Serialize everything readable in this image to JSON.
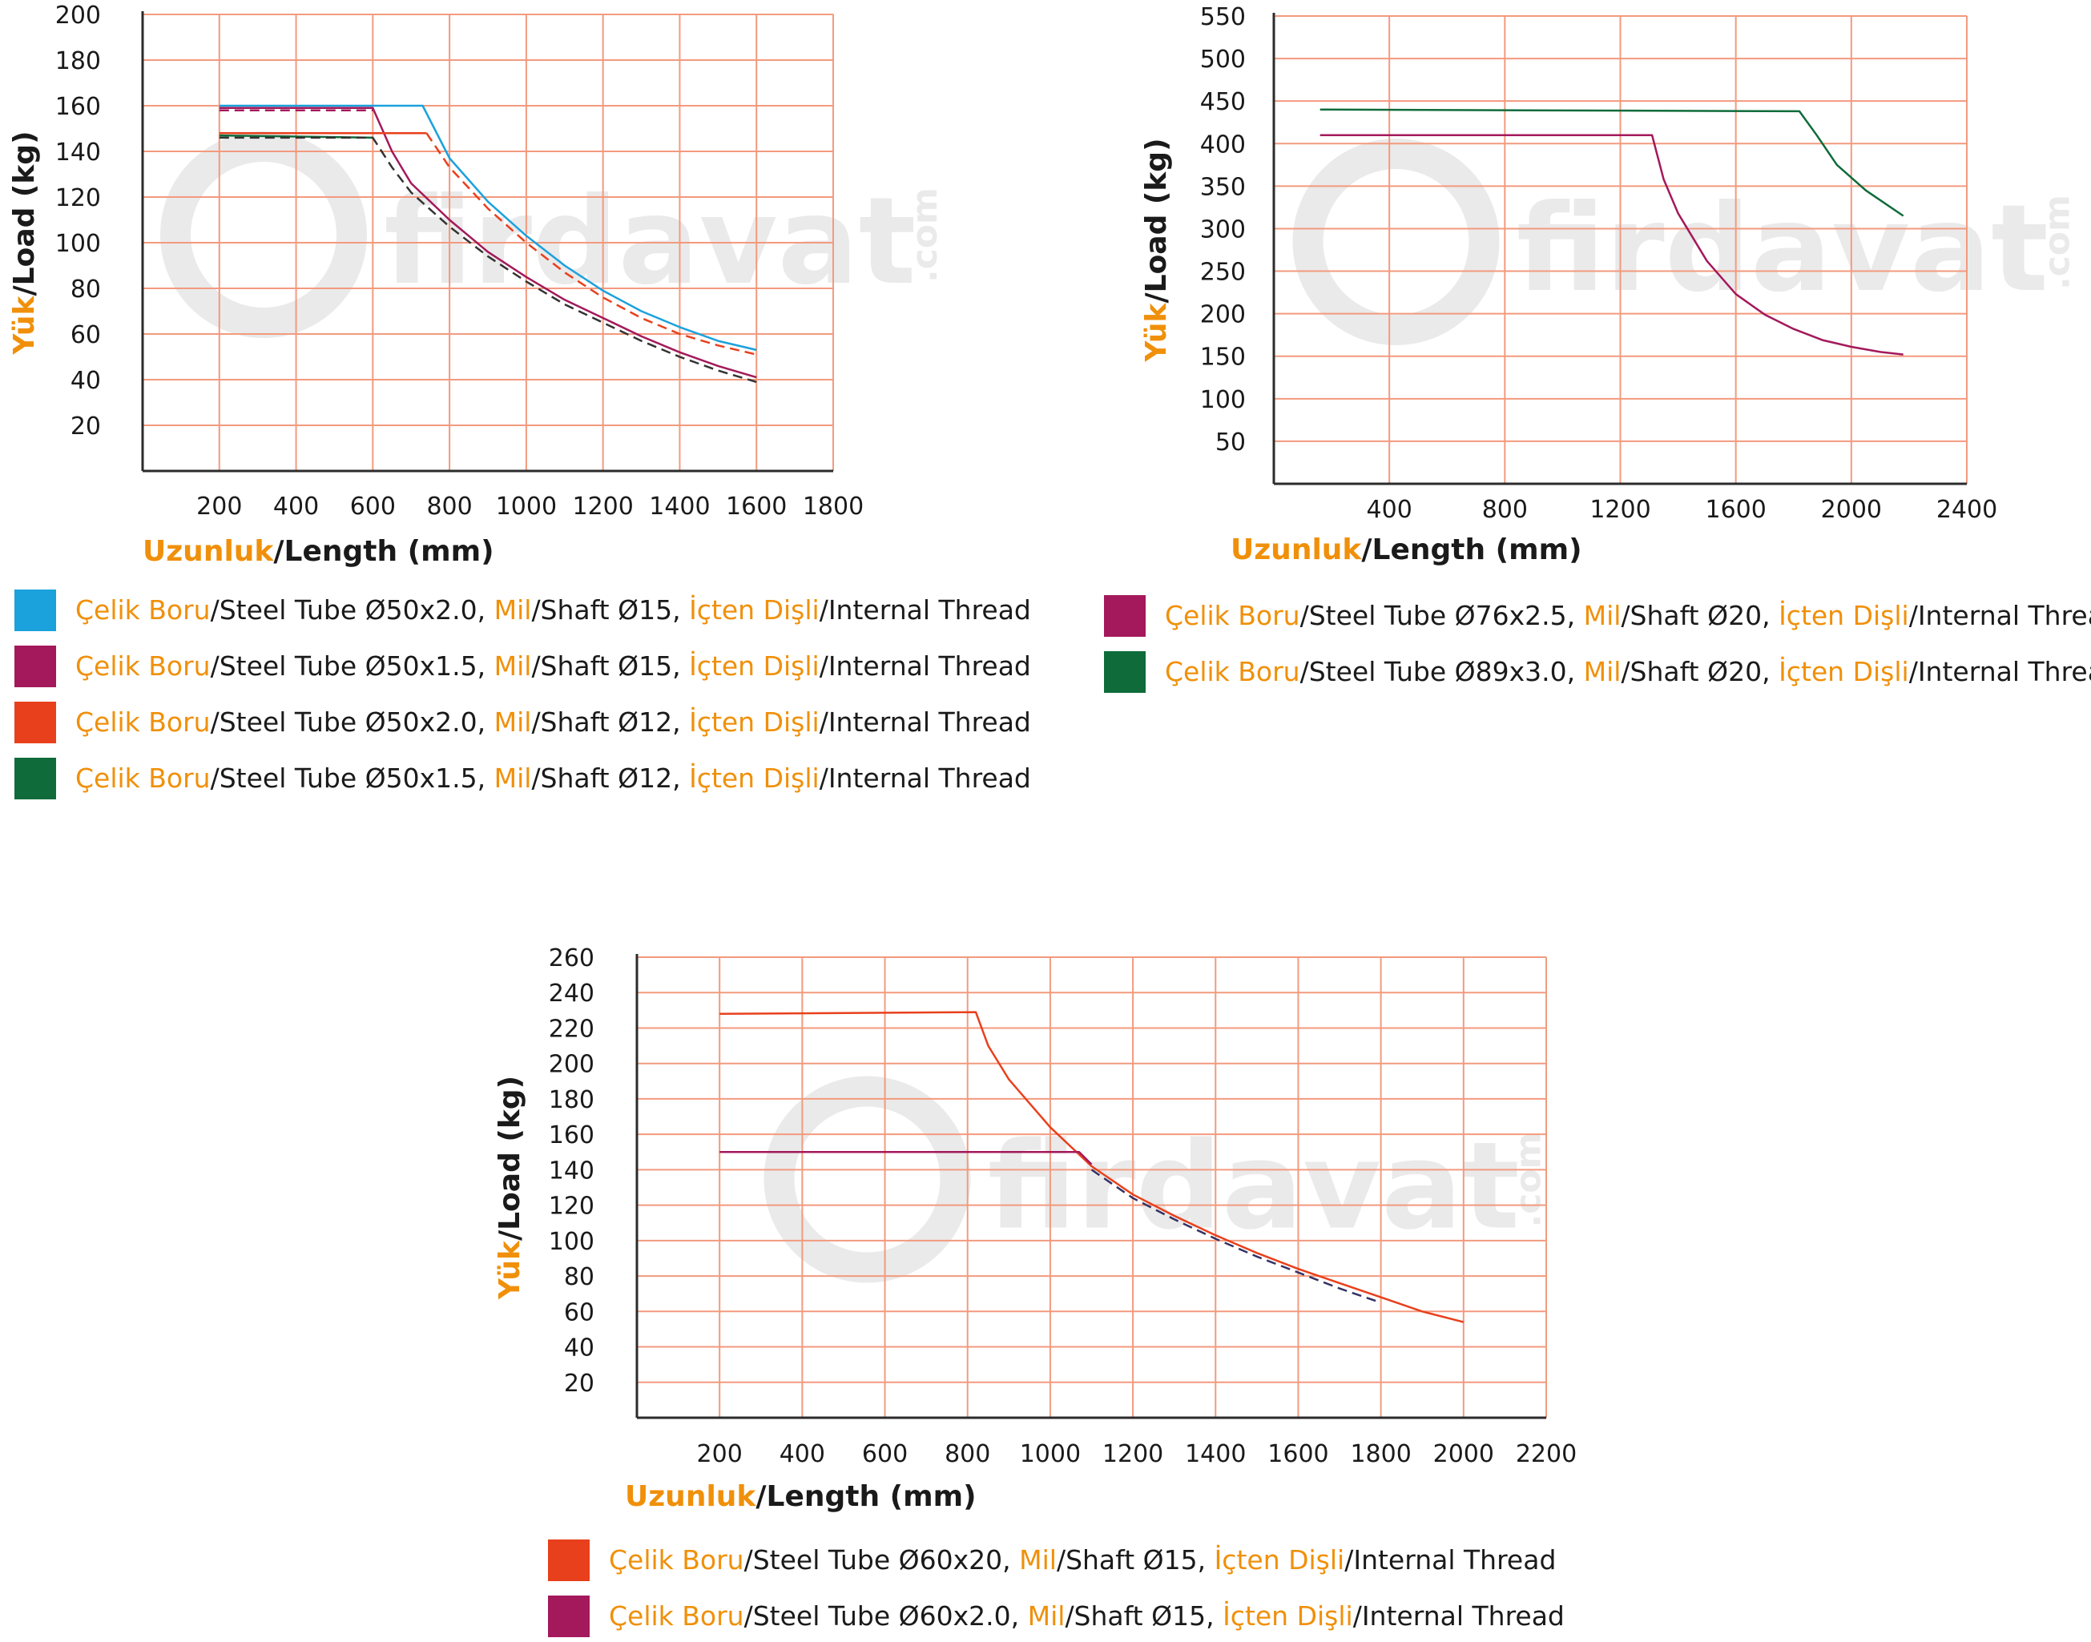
{
  "colors": {
    "grid": "#f39a7e",
    "axis": "#2b2b2b",
    "accent": "#f0900a",
    "text": "#1a1a1a",
    "watermark": "#d9d9d9"
  },
  "watermark": {
    "text": "firdavat",
    "suffix": ".com"
  },
  "chart_data": [
    {
      "type": "line",
      "xlabel_tr": "Uzunluk",
      "xlabel_en": "/Length (mm)",
      "ylabel_tr": "Yük",
      "ylabel_en": "/Load (kg)",
      "xlim": [
        0,
        1800
      ],
      "ylim": [
        0,
        200
      ],
      "xticks": [
        "200",
        "400",
        "600",
        "800",
        "1000",
        "1200",
        "1400",
        "1600",
        "1800"
      ],
      "yticks": [
        "20",
        "40",
        "60",
        "80",
        "100",
        "120",
        "140",
        "160",
        "180",
        "200"
      ],
      "grid": true,
      "series": [
        {
          "name_tr1": "Çelik Boru",
          "name_en1": "/Steel Tube Ø50x2.0, ",
          "name_tr2": "Mil",
          "name_en2": "/Shaft Ø15, ",
          "name_tr3": "İçten Dişli",
          "name_en3": "/Internal Thread",
          "color": "#1ba1dc",
          "dash": false,
          "x": [
            200,
            730,
            800,
            900,
            1000,
            1100,
            1200,
            1300,
            1400,
            1500,
            1600
          ],
          "y": [
            160,
            160,
            137,
            118,
            103,
            90,
            79,
            70,
            63,
            57,
            53
          ]
        },
        {
          "name_tr1": "Çelik Boru",
          "name_en1": "/Steel Tube Ø50x1.5, ",
          "name_tr2": "Mil",
          "name_en2": "/Shaft Ø15, ",
          "name_tr3": "İçten Dişli",
          "name_en3": "/Internal Thread",
          "color": "#a3195b",
          "dash": false,
          "x": [
            200,
            600,
            650,
            700,
            800,
            900,
            1000,
            1100,
            1200,
            1300,
            1400,
            1500,
            1600
          ],
          "y": [
            159,
            159,
            140,
            126,
            110,
            96,
            85,
            75,
            67,
            59,
            52,
            46,
            41
          ]
        },
        {
          "name_tr1": "Çelik Boru",
          "name_en1": "/Steel Tube Ø50x2.0, ",
          "name_tr2": "Mil",
          "name_en2": "/Shaft Ø12, ",
          "name_tr3": "İçten Dişli",
          "name_en3": "/Internal Thread",
          "color": "#e8401c",
          "dash": false,
          "x": [
            200,
            740
          ],
          "y": [
            148,
            148
          ]
        },
        {
          "name_tr1": "Çelik Boru",
          "name_en1": "/Steel Tube Ø50x1.5, ",
          "name_tr2": "Mil",
          "name_en2": "/Shaft Ø12, ",
          "name_tr3": "İçten Dişli",
          "name_en3": "/Internal Thread",
          "color": "#0f6b3a",
          "dash": false,
          "x": [
            200,
            600
          ],
          "y": [
            147,
            146
          ]
        }
      ],
      "dashed_curves": [
        {
          "color": "#e8401c",
          "x": [
            740,
            800,
            900,
            1000,
            1100,
            1200,
            1300,
            1400,
            1500,
            1600
          ],
          "y": [
            148,
            133,
            115,
            100,
            87,
            76,
            67,
            60,
            55,
            51
          ]
        },
        {
          "color": "#a3195b",
          "x": [
            200,
            600
          ],
          "y": [
            158,
            158
          ]
        },
        {
          "color": "#333333",
          "x": [
            200,
            600,
            650,
            700,
            800,
            900,
            1000,
            1100,
            1200,
            1300,
            1400,
            1500,
            1600
          ],
          "y": [
            146,
            146,
            133,
            122,
            107,
            94,
            83,
            73,
            65,
            57,
            50,
            44,
            39
          ]
        }
      ]
    },
    {
      "type": "line",
      "xlabel_tr": "Uzunluk",
      "xlabel_en": "/Length (mm)",
      "ylabel_tr": "Yük",
      "ylabel_en": "/Load (kg)",
      "xlim": [
        0,
        2400
      ],
      "ylim": [
        0,
        550
      ],
      "xticks": [
        "400",
        "800",
        "1200",
        "1600",
        "2000",
        "2400"
      ],
      "yticks": [
        "50",
        "100",
        "150",
        "200",
        "250",
        "300",
        "350",
        "400",
        "450",
        "500",
        "550"
      ],
      "grid": true,
      "series": [
        {
          "name_tr1": "Çelik Boru",
          "name_en1": "/Steel Tube Ø76x2.5, ",
          "name_tr2": "Mil",
          "name_en2": "/Shaft Ø20, ",
          "name_tr3": "İçten Dişli",
          "name_en3": "/Internal Thread",
          "color": "#a3195b",
          "dash": false,
          "x": [
            160,
            1310,
            1350,
            1400,
            1500,
            1600,
            1700,
            1800,
            1900,
            2000,
            2100,
            2180
          ],
          "y": [
            410,
            410,
            358,
            318,
            262,
            223,
            199,
            182,
            169,
            161,
            155,
            152
          ]
        },
        {
          "name_tr1": "Çelik Boru",
          "name_en1": "/Steel Tube Ø89x3.0, ",
          "name_tr2": "Mil",
          "name_en2": "/Shaft Ø20, ",
          "name_tr3": "İçten Dişli",
          "name_en3": "/Internal Thread",
          "color": "#0f6b3a",
          "dash": false,
          "x": [
            160,
            1820,
            1880,
            1950,
            2050,
            2180
          ],
          "y": [
            440,
            438,
            410,
            375,
            345,
            315
          ]
        }
      ]
    },
    {
      "type": "line",
      "xlabel_tr": "Uzunluk",
      "xlabel_en": "/Length (mm)",
      "ylabel_tr": "Yük",
      "ylabel_en": "/Load (kg)",
      "xlim": [
        0,
        2200
      ],
      "ylim": [
        0,
        260
      ],
      "xticks": [
        "200",
        "400",
        "600",
        "800",
        "1000",
        "1200",
        "1400",
        "1600",
        "1800",
        "2000",
        "2200"
      ],
      "yticks": [
        "20",
        "40",
        "60",
        "80",
        "100",
        "120",
        "140",
        "160",
        "180",
        "200",
        "220",
        "240",
        "260"
      ],
      "grid": true,
      "series": [
        {
          "name_tr1": "Çelik Boru",
          "name_en1": "/Steel Tube Ø60x20, ",
          "name_tr2": "Mil",
          "name_en2": "/Shaft Ø15, ",
          "name_tr3": "İçten Dişli",
          "name_en3": "/Internal Thread",
          "color": "#e8401c",
          "dash": false,
          "x": [
            200,
            820,
            850,
            900,
            1000,
            1100,
            1200,
            1300,
            1400,
            1500,
            1600,
            1700,
            1800,
            1900,
            2000
          ],
          "y": [
            228,
            229,
            210,
            191,
            164,
            142,
            126,
            114,
            103,
            93,
            84,
            76,
            68,
            60,
            54
          ]
        },
        {
          "name_tr1": "Çelik Boru",
          "name_en1": "/Steel Tube Ø60x2.0, ",
          "name_tr2": "Mil",
          "name_en2": "/Shaft Ø15, ",
          "name_tr3": "İçten Dişli",
          "name_en3": "/Internal Thread",
          "color": "#a3195b",
          "dash": false,
          "x": [
            200,
            1070,
            1100
          ],
          "y": [
            150,
            150,
            143
          ]
        }
      ],
      "dashed_curves": [
        {
          "color": "#333366",
          "x": [
            1100,
            1200,
            1300,
            1400,
            1500,
            1600,
            1700,
            1800
          ],
          "y": [
            140,
            124,
            112,
            101,
            91,
            82,
            73,
            65
          ]
        }
      ]
    }
  ]
}
